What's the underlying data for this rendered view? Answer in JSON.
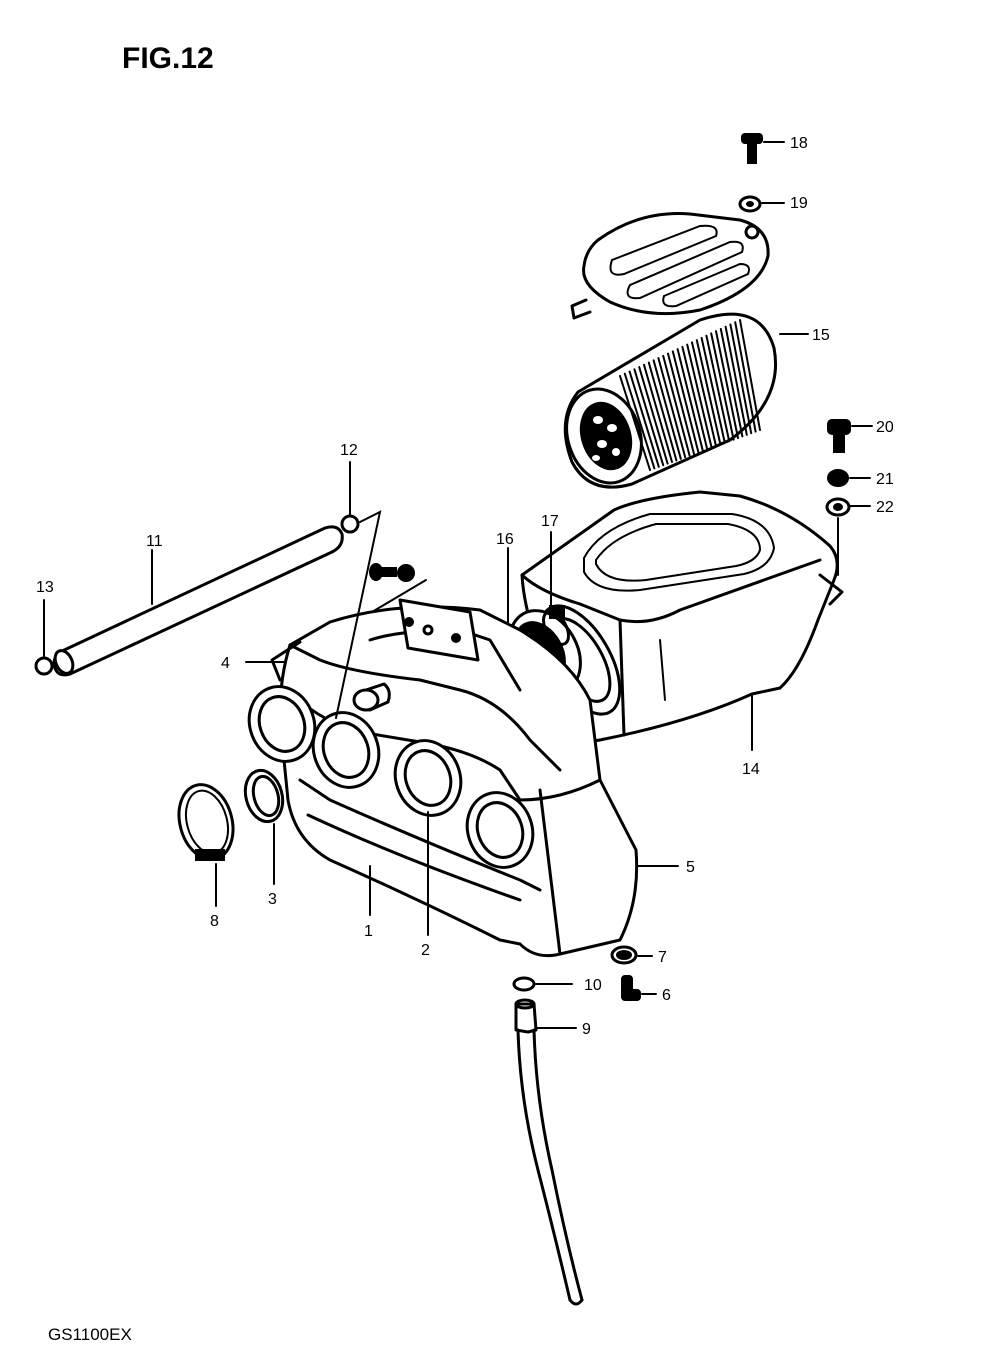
{
  "figure": {
    "title": "FIG.12",
    "model": "GS1100EX"
  },
  "callouts": [
    {
      "id": "1",
      "text": "1"
    },
    {
      "id": "2",
      "text": "2"
    },
    {
      "id": "3",
      "text": "3"
    },
    {
      "id": "4",
      "text": "4"
    },
    {
      "id": "5",
      "text": "5"
    },
    {
      "id": "6",
      "text": "6"
    },
    {
      "id": "7",
      "text": "7"
    },
    {
      "id": "8",
      "text": "8"
    },
    {
      "id": "9",
      "text": "9"
    },
    {
      "id": "10",
      "text": "10"
    },
    {
      "id": "11",
      "text": "11"
    },
    {
      "id": "12",
      "text": "12"
    },
    {
      "id": "13",
      "text": "13"
    },
    {
      "id": "14",
      "text": "14"
    },
    {
      "id": "15",
      "text": "15"
    },
    {
      "id": "16",
      "text": "16"
    },
    {
      "id": "17",
      "text": "17"
    },
    {
      "id": "18",
      "text": "18"
    },
    {
      "id": "19",
      "text": "19"
    },
    {
      "id": "20",
      "text": "20"
    },
    {
      "id": "21",
      "text": "21"
    },
    {
      "id": "22",
      "text": "22"
    }
  ]
}
